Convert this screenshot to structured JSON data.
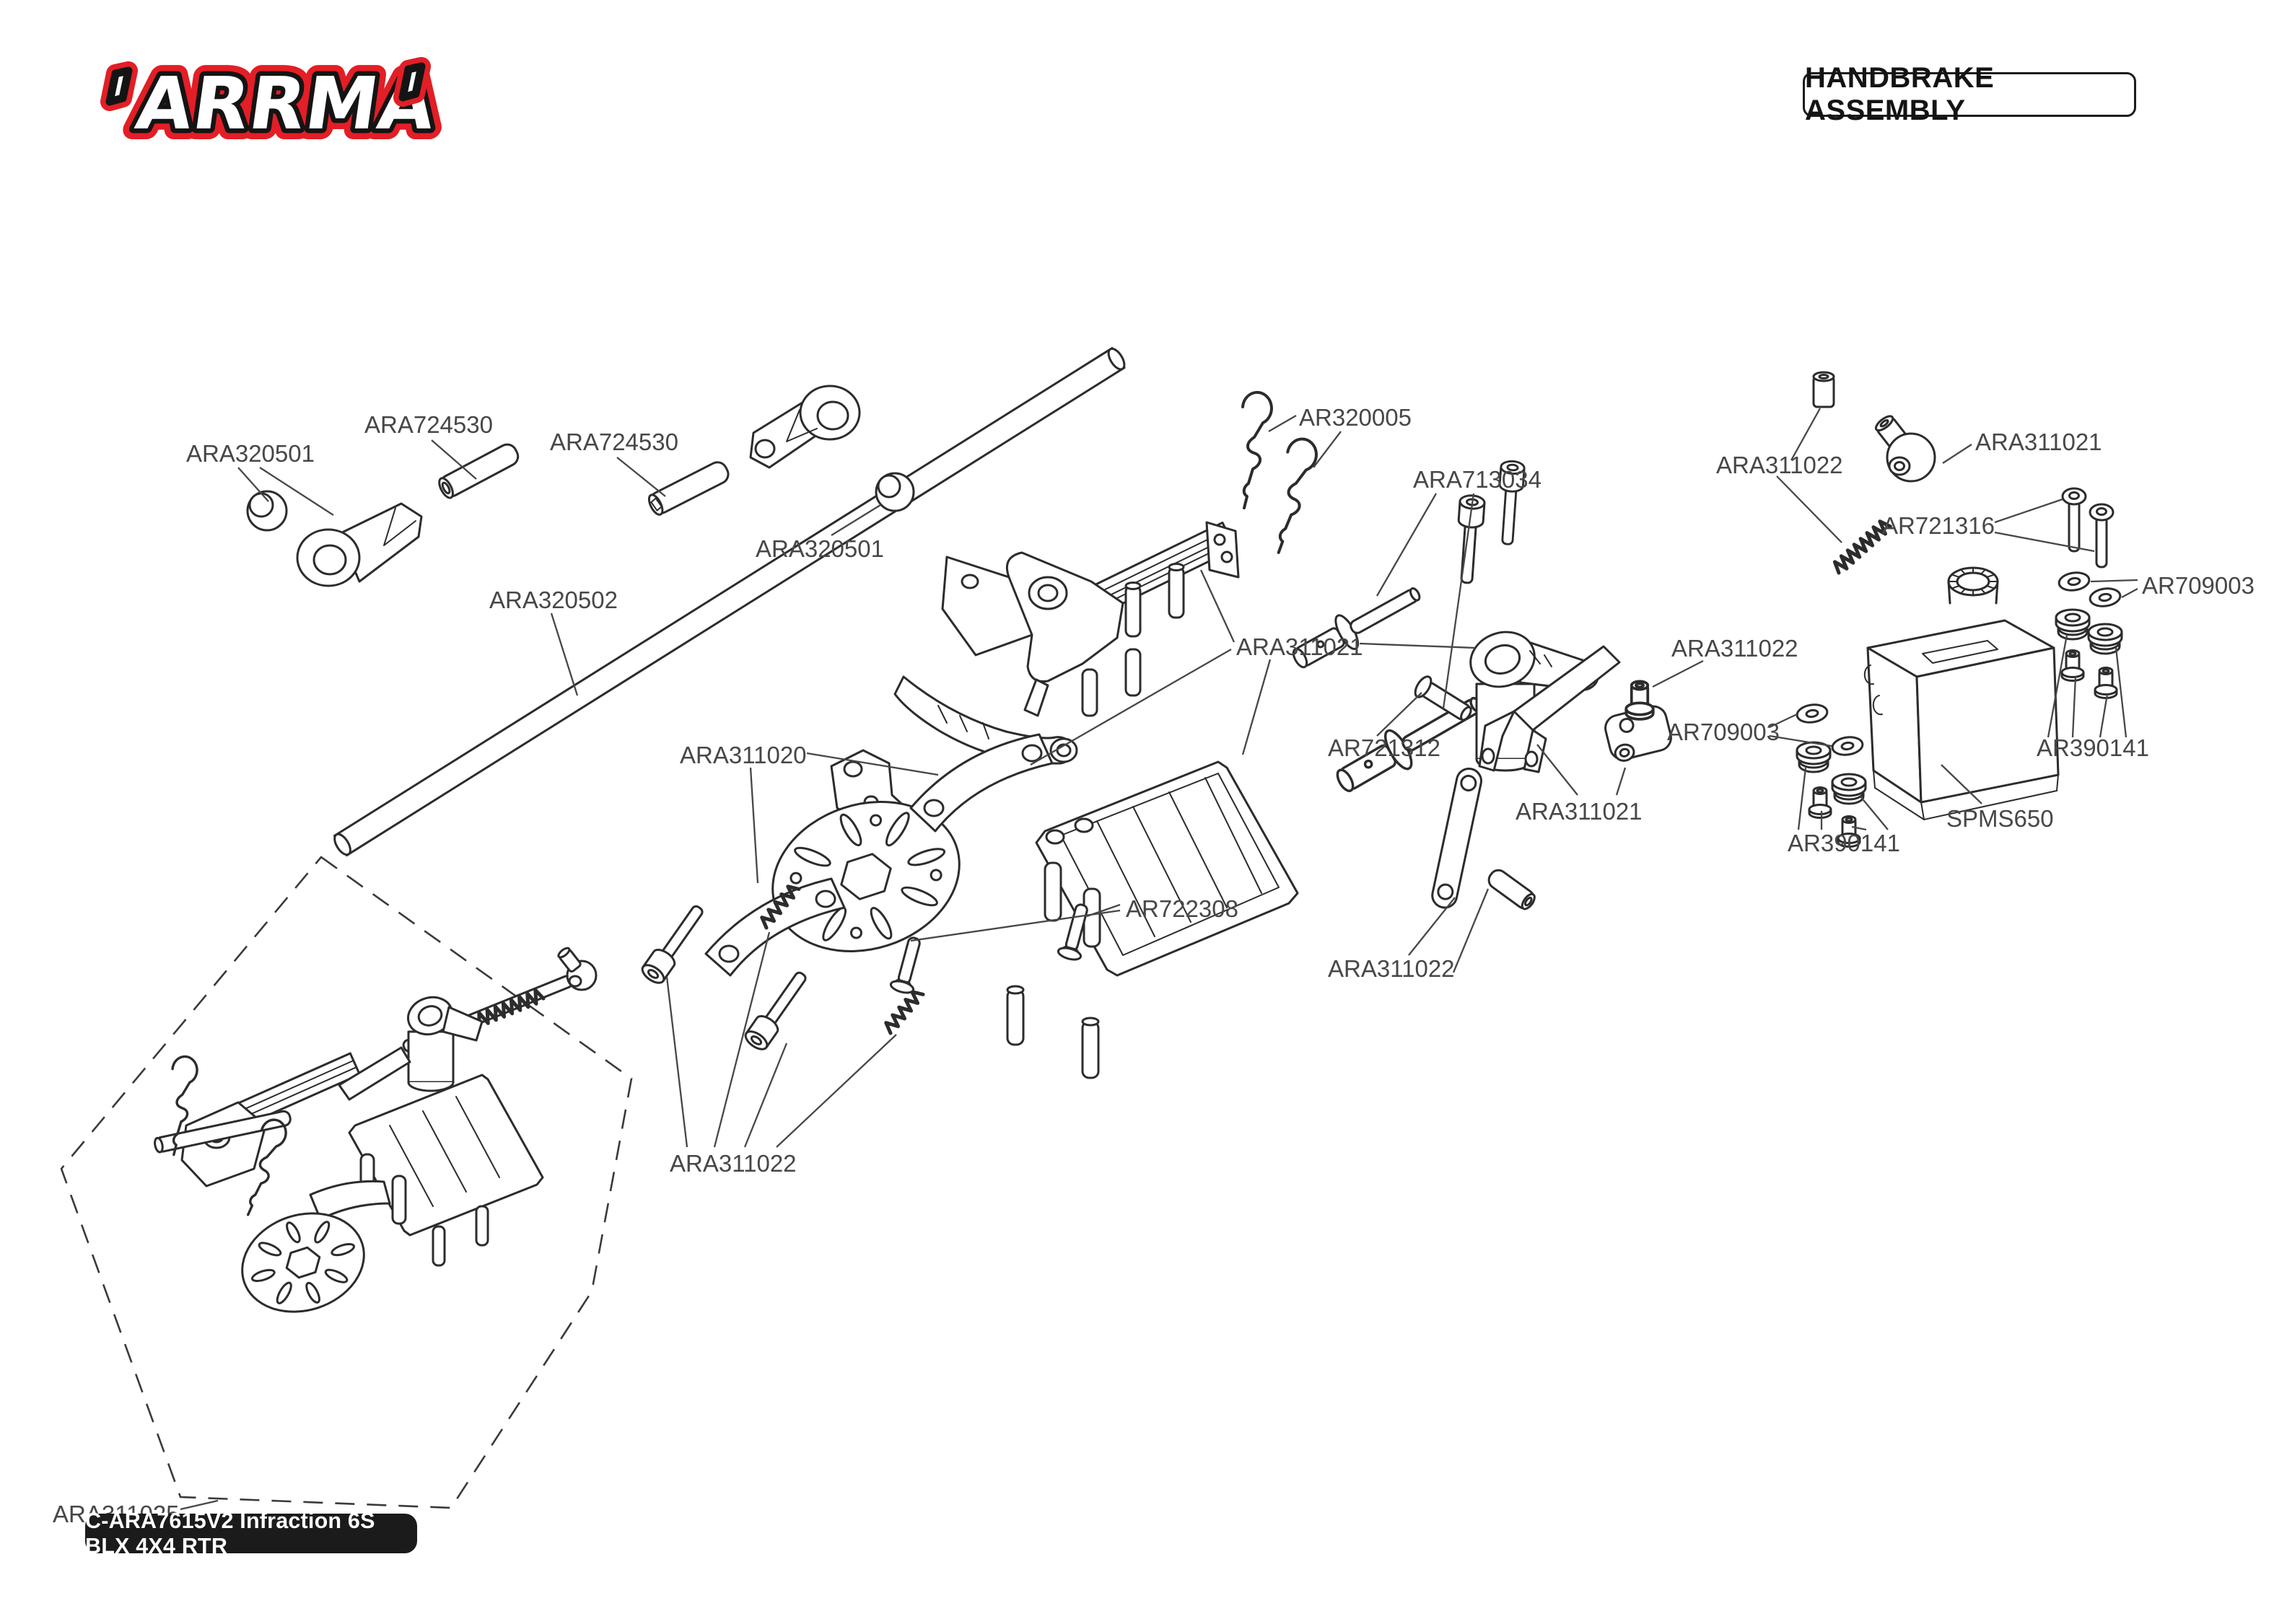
{
  "header": {
    "brand": "ARRMA",
    "title": "HANDBRAKE ASSEMBLY"
  },
  "footer": {
    "model_label": "C-ARA7615V2 Infraction 6S BLX 4X4 RTR"
  },
  "diagram": {
    "labels": [
      {
        "id": "ara320501-1",
        "text": "ARA320501"
      },
      {
        "id": "ara724530-1",
        "text": "ARA724530"
      },
      {
        "id": "ara724530-2",
        "text": "ARA724530"
      },
      {
        "id": "ara320501-2",
        "text": "ARA320501"
      },
      {
        "id": "ara320502",
        "text": "ARA320502"
      },
      {
        "id": "ar320005",
        "text": "AR320005"
      },
      {
        "id": "ara713034",
        "text": "ARA713034"
      },
      {
        "id": "ara311021-1",
        "text": "ARA311021"
      },
      {
        "id": "ara311022-1",
        "text": "ARA311022"
      },
      {
        "id": "ara311021-2",
        "text": "ARA311021"
      },
      {
        "id": "ar721316",
        "text": "AR721316"
      },
      {
        "id": "ar709003-1",
        "text": "AR709003"
      },
      {
        "id": "ara311022-2",
        "text": "ARA311022"
      },
      {
        "id": "ar709003-2",
        "text": "AR709003"
      },
      {
        "id": "ar390141-1",
        "text": "AR390141"
      },
      {
        "id": "spms650",
        "text": "SPMS650"
      },
      {
        "id": "ar390141-2",
        "text": "AR390141"
      },
      {
        "id": "ara311021-3",
        "text": "ARA311021"
      },
      {
        "id": "ar721312",
        "text": "AR721312"
      },
      {
        "id": "ara311022-3",
        "text": "ARA311022"
      },
      {
        "id": "ar722308",
        "text": "AR722308"
      },
      {
        "id": "ara311020",
        "text": "ARA311020"
      },
      {
        "id": "ara311022-4",
        "text": "ARA311022"
      },
      {
        "id": "ara311025",
        "text": "ARA311025"
      }
    ],
    "colors": {
      "line": "#2c2c2c",
      "label": "#474747",
      "brand_red": "#e31e26",
      "brand_black": "#141414"
    }
  }
}
